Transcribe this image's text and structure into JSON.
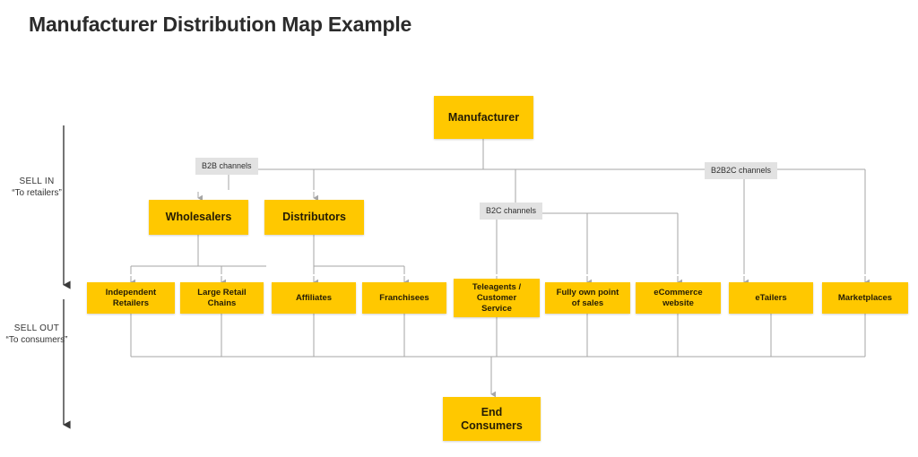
{
  "page": {
    "title": "Manufacturer Distribution Map Example",
    "background_color": "#ffffff",
    "node_color": "#FFC800",
    "chip_color": "#e2e2e2",
    "wire_color": "#9a9a9a",
    "axis_color": "#3a3a3a"
  },
  "axis": {
    "sell_in": {
      "line1": "SELL IN",
      "line2": "“To retailers”"
    },
    "sell_out": {
      "line1": "SELL OUT",
      "line2": "“To consumers”"
    }
  },
  "channels": [
    {
      "id": "b2b",
      "label": "B2B channels"
    },
    {
      "id": "b2c",
      "label": "B2C channels"
    },
    {
      "id": "b2b2c",
      "label": "B2B2C channels"
    }
  ],
  "nodes": {
    "manufacturer": {
      "label": "Manufacturer"
    },
    "end_consumers": {
      "line1": "End",
      "line2": "Consumers"
    },
    "tier1": [
      {
        "id": "wholesalers",
        "label": "Wholesalers"
      },
      {
        "id": "distributors",
        "label": "Distributors"
      }
    ],
    "tier2": [
      {
        "id": "independent-retailers",
        "line1": "Independent",
        "line2": "Retailers",
        "line3": ""
      },
      {
        "id": "large-retail-chains",
        "line1": "Large Retail",
        "line2": "Chains",
        "line3": ""
      },
      {
        "id": "affiliates",
        "line1": "Affiliates",
        "line2": "",
        "line3": ""
      },
      {
        "id": "franchisees",
        "line1": "Franchisees",
        "line2": "",
        "line3": ""
      },
      {
        "id": "teleagents",
        "line1": "Teleagents /",
        "line2": "Customer",
        "line3": "Service"
      },
      {
        "id": "fully-own-point-of-sales",
        "line1": "Fully own point",
        "line2": "of sales",
        "line3": ""
      },
      {
        "id": "ecommerce-website",
        "line1": "eCommerce",
        "line2": "website",
        "line3": ""
      },
      {
        "id": "etailers",
        "line1": "eTailers",
        "line2": "",
        "line3": ""
      },
      {
        "id": "marketplaces",
        "line1": "Marketplaces",
        "line2": "",
        "line3": ""
      }
    ]
  },
  "chart_data": {
    "type": "diagram",
    "title": "Manufacturer Distribution Map Example",
    "phases": [
      "SELL IN “To retailers”",
      "SELL OUT “To consumers”"
    ],
    "root": "Manufacturer",
    "sink": "End Consumers",
    "edges": [
      {
        "from": "Manufacturer",
        "to": "Wholesalers",
        "channel": "B2B channels"
      },
      {
        "from": "Manufacturer",
        "to": "Distributors",
        "channel": "B2B channels"
      },
      {
        "from": "Manufacturer",
        "to": "Teleagents / Customer Service",
        "channel": "B2C channels"
      },
      {
        "from": "Manufacturer",
        "to": "Fully own point of sales",
        "channel": "B2C channels"
      },
      {
        "from": "Manufacturer",
        "to": "eCommerce website",
        "channel": "B2C channels"
      },
      {
        "from": "Manufacturer",
        "to": "eTailers",
        "channel": "B2B2C channels"
      },
      {
        "from": "Manufacturer",
        "to": "Marketplaces",
        "channel": "B2B2C channels"
      },
      {
        "from": "Wholesalers",
        "to": "Independent Retailers",
        "channel": "B2B channels"
      },
      {
        "from": "Wholesalers",
        "to": "Large Retail Chains",
        "channel": "B2B channels"
      },
      {
        "from": "Distributors",
        "to": "Affiliates",
        "channel": "B2B channels"
      },
      {
        "from": "Distributors",
        "to": "Franchisees",
        "channel": "B2B channels"
      },
      {
        "from": "Independent Retailers",
        "to": "End Consumers",
        "channel": ""
      },
      {
        "from": "Large Retail Chains",
        "to": "End Consumers",
        "channel": ""
      },
      {
        "from": "Affiliates",
        "to": "End Consumers",
        "channel": ""
      },
      {
        "from": "Franchisees",
        "to": "End Consumers",
        "channel": ""
      },
      {
        "from": "Teleagents / Customer Service",
        "to": "End Consumers",
        "channel": ""
      },
      {
        "from": "Fully own point of sales",
        "to": "End Consumers",
        "channel": ""
      },
      {
        "from": "eCommerce website",
        "to": "End Consumers",
        "channel": ""
      },
      {
        "from": "eTailers",
        "to": "End Consumers",
        "channel": ""
      },
      {
        "from": "Marketplaces",
        "to": "End Consumers",
        "channel": ""
      }
    ]
  }
}
